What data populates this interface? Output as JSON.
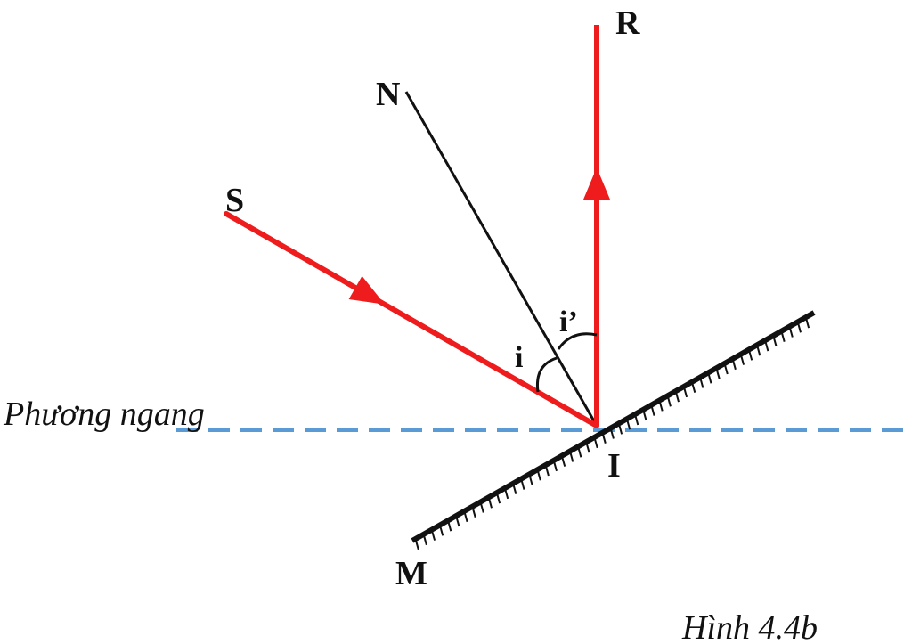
{
  "labels": {
    "source": "S",
    "normal": "N",
    "reflected": "R",
    "incidence_point": "I",
    "mirror": "M",
    "angle_incidence": "i",
    "angle_reflection": "i’",
    "horizontal": "Phương ngang",
    "caption": "Hình 4.4b"
  },
  "colors": {
    "ray": "#ee1c1c",
    "normal_line": "#111111",
    "mirror": "#111111",
    "horizontal_line": "#5b9bd5"
  }
}
